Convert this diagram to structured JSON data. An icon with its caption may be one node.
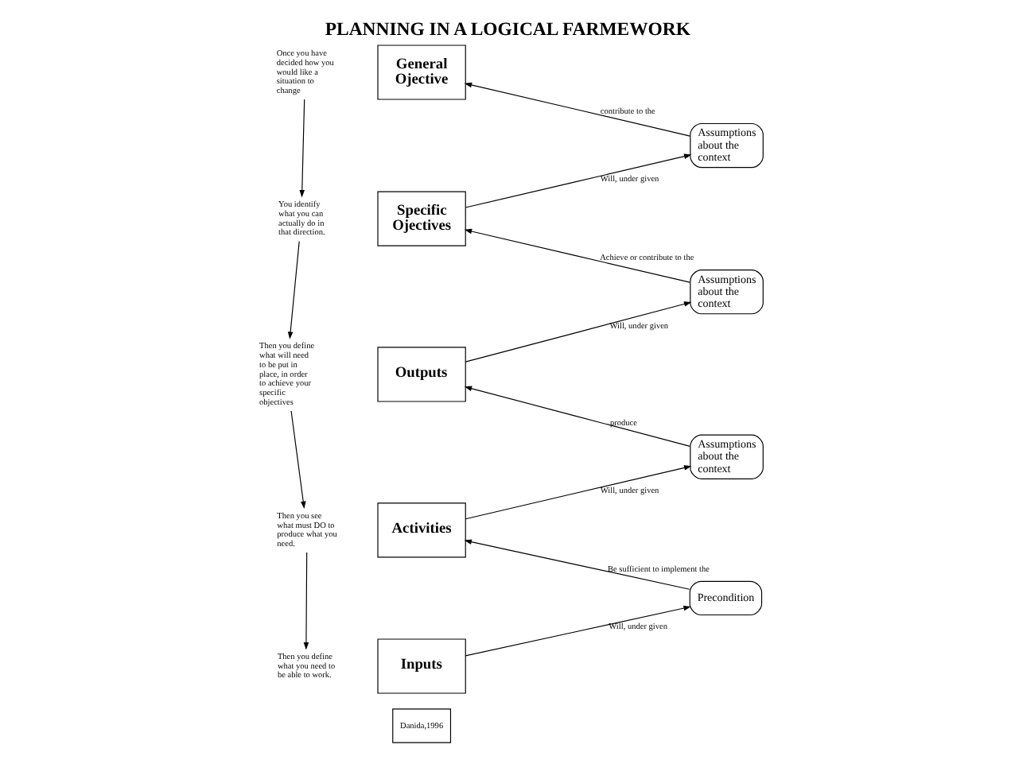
{
  "diagram": {
    "title": "PLANNING IN A LOGICAL FARMEWORK",
    "nodes": [
      {
        "text": [
          "Once you have decided how you would like a situation to change"
        ]
      },
      {
        "text": [
          "General Ojective"
        ]
      },
      {
        "text": [
          "Assumptions about the context"
        ]
      },
      {
        "text": [
          "You identify what you can actually do in that direction."
        ]
      },
      {
        "text": [
          "Specific Ojectives"
        ]
      },
      {
        "text": [
          "Assumptions about the context"
        ]
      },
      {
        "text": [
          "Then you define what will need to be put in place, in order to achieve your specific objectives"
        ]
      },
      {
        "text": [
          "Outputs"
        ]
      },
      {
        "text": [
          "Assumptions about the context"
        ]
      },
      {
        "text": [
          "Then you see what must DO to produce what you need."
        ]
      },
      {
        "text": [
          "Activities"
        ]
      },
      {
        "text": [
          "Precondition"
        ]
      },
      {
        "text": [
          "Then you define what you need to be able to work."
        ]
      },
      {
        "text": [
          "Inputs"
        ]
      }
    ],
    "edges": [
      {
        "from": 0,
        "to": 3,
        "arrow": "to"
      },
      {
        "from": 3,
        "to": 6,
        "arrow": "to"
      },
      {
        "from": 6,
        "to": 9,
        "arrow": "to"
      },
      {
        "from": 9,
        "to": 12,
        "arrow": "to"
      },
      {
        "from": 4,
        "to": 2,
        "arrow": "to",
        "label": "Will, under given"
      },
      {
        "from": 2,
        "to": 1,
        "arrow": "to",
        "label": "contribute to the"
      },
      {
        "from": 7,
        "to": 5,
        "arrow": "to",
        "label": "Will, under given"
      },
      {
        "from": 5,
        "to": 4,
        "arrow": "to",
        "label": "Achieve or contribute to the"
      },
      {
        "from": 10,
        "to": 8,
        "arrow": "to",
        "label": "Will, under given"
      },
      {
        "from": 8,
        "to": 7,
        "arrow": "to",
        "label": "produce"
      },
      {
        "from": 13,
        "to": 11,
        "arrow": "to",
        "label": "Will, under given"
      },
      {
        "from": 11,
        "to": 10,
        "arrow": "to",
        "label": "Be sufficient to implement the"
      }
    ],
    "labels": [
      "Danida,1996"
    ]
  }
}
